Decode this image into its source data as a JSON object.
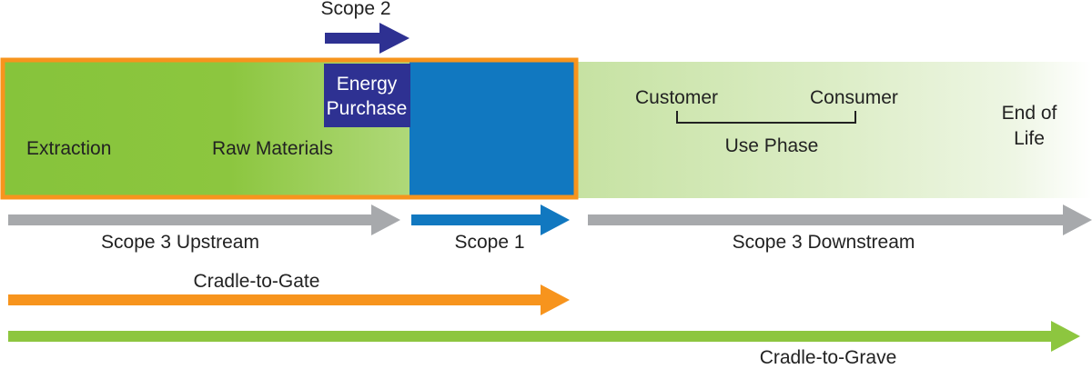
{
  "scope2": {
    "label": "Scope 2",
    "energy_line1": "Energy",
    "energy_line2": "Purchase"
  },
  "stages": {
    "extraction": "Extraction",
    "raw_materials": "Raw Materials",
    "customer": "Customer",
    "consumer": "Consumer",
    "use_phase": "Use Phase",
    "end_of_life_line1": "End of",
    "end_of_life_line2": "Life"
  },
  "arrows": {
    "scope3_upstream": "Scope 3 Upstream",
    "scope1": "Scope 1",
    "scope3_downstream": "Scope 3 Downstream",
    "cradle_to_gate": "Cradle-to-Gate",
    "cradle_to_grave": "Cradle-to-Grave"
  },
  "colors": {
    "green_dark": "#8cc63f",
    "green_light": "#d2e8b5",
    "orange": "#f7941d",
    "navy": "#2e3192",
    "blue": "#1178c0",
    "gray": "#a7a9ac",
    "grave_green": "#8dc63f"
  }
}
